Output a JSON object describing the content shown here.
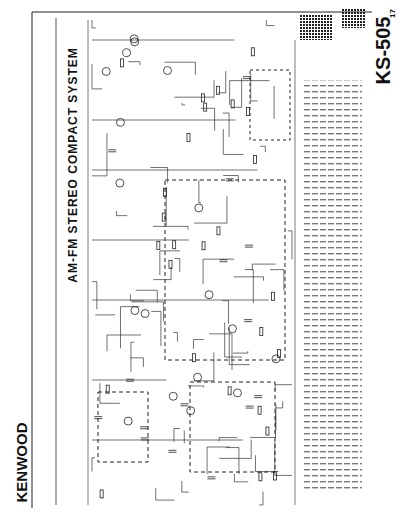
{
  "diagram": {
    "title": "AM-FM STEREO COMPACT SYSTEM",
    "labels": [
      "KENWOOD",
      "KS-505",
      "17"
    ]
  }
}
